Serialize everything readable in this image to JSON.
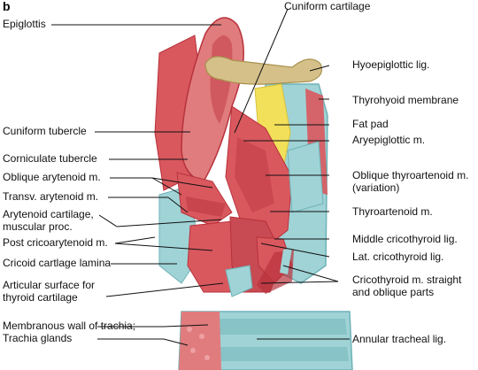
{
  "panel_letter": "b",
  "labels": {
    "epiglottis": "Epiglottis",
    "cuniform_cartilage": "Cuniform cartilage",
    "hyoepiglottic": "Hyoepiglottic lig.",
    "thyrohyoid": "Thyrohyoid membrane",
    "fat_pad": "Fat pad",
    "aryepiglottic": "Aryepiglottic m.",
    "cuniform_tubercle": "Cuniform tubercle",
    "corniculate": "Corniculate tubercle",
    "oblique_arytenoid": "Oblique arytenoid m.",
    "oblique_thyroartenoid_1": "Oblique thyroartenoid m.",
    "oblique_thyroartenoid_2": "(variation)",
    "transv_arytenoid": "Transv. arytenoid m.",
    "arytenoid_cart_1": "Arytenoid cartilage,",
    "arytenoid_cart_2": "muscular proc.",
    "thyroartenoid": "Thyroartenoid m.",
    "post_crico": "Post cricoarytenoid m.",
    "middle_crico": "Middle cricothyroid lig.",
    "cricoid_lamina": "Cricoid cartlage lamina",
    "lat_crico": "Lat. cricothyroid lig.",
    "articular_1": "Articular surface for",
    "articular_2": "thyroid cartilage",
    "cricothyroid_1": "Cricothyroid m. straight",
    "cricothyroid_2": "and oblique parts",
    "membranous_1": "Membranous wall of trachia;",
    "membranous_2": "Trachia glands",
    "annular": "Annular tracheal lig."
  },
  "colors": {
    "muscle": "#d9585e",
    "muscle_dark": "#b8323c",
    "cartilage": "#9fd3d6",
    "cartilage_dark": "#6fb3b8",
    "ligament": "#d6c08a",
    "fat": "#f2e05a",
    "mucosa": "#e07c7e"
  }
}
